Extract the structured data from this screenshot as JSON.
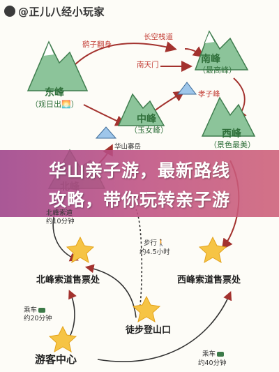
{
  "brand": {
    "title": "@正儿八经小玩家"
  },
  "peaks": {
    "east": {
      "name": "东峰",
      "sub": "（观日出🌅）"
    },
    "south": {
      "name": "南峰",
      "sub": "（最高峰）"
    },
    "middle": {
      "name": "中峰",
      "sub": "（玉女峰）"
    },
    "west": {
      "name": "西峰",
      "sub": "（景色最美）"
    },
    "north": {
      "name": "北峰"
    }
  },
  "labels": {
    "yaozi": "鹞子翻身",
    "changkong": "长空栈道",
    "nantianmen": "南天门",
    "xiaozi": "孝子峰",
    "huashanzhai": "华山寨岳",
    "cable_north": "北峰索道",
    "cable_north_time": "约10分钟",
    "walk": "步行🚶",
    "walk_time": "约4.5小时",
    "north_ticket": "北峰索道售票处",
    "west_ticket": "西峰索道售票处",
    "bus_left": "乘车",
    "bus_left_time": "约20分钟",
    "trailhead": "徒步登山口",
    "bus_right": "乘车",
    "bus_right_time": "约40分钟",
    "visitor_center": "游客中心"
  },
  "banner": {
    "line1": "华山亲子游，最新路线",
    "line2": "攻略，带你玩转亲子游"
  },
  "colors": {
    "route": "#a3322e",
    "banner": "#b2508c",
    "mountain": "#5aa36a"
  }
}
